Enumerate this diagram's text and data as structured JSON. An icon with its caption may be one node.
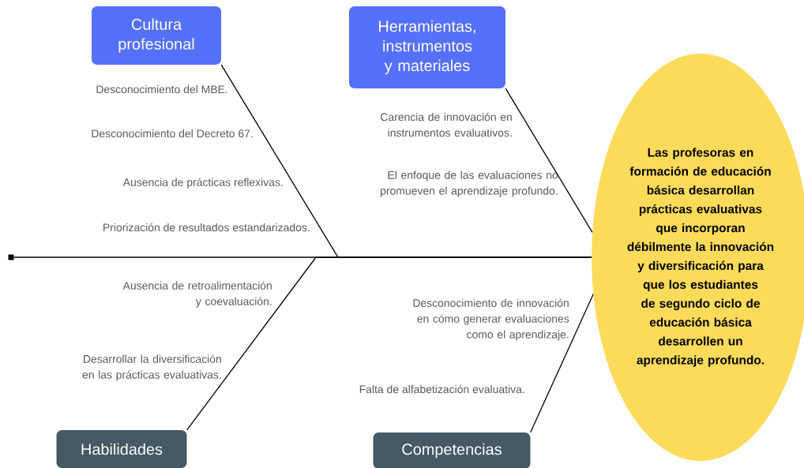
{
  "diagram": {
    "nodes": [
      {
        "text": [
          "Cultura profesional"
        ]
      },
      {
        "text": [
          "Herramientas, instrumentos y materiales"
        ]
      },
      {
        "text": [],
        "shape": "box"
      },
      {
        "text": [
          "Las profesoras en formación de educación básica desarrollan prácticas evaluativas que incorporan débilmente la innovación y diversificación para que los estudiantes de segundo ciclo de educación básica desarrollen un aprendizaje profundo."
        ]
      },
      {
        "text": [
          "Habilidades"
        ]
      },
      {
        "text": [
          "Competencias"
        ]
      }
    ],
    "edges": [
      {
        "from": 2,
        "to": 3,
        "arrow": "none"
      },
      {
        "from": 0,
        "to": 3,
        "arrow": "none"
      },
      {
        "from": 1,
        "to": 3,
        "arrow": "none"
      },
      {
        "from": 4,
        "to": 3,
        "arrow": "none"
      },
      {
        "from": 5,
        "to": 3,
        "arrow": "none"
      }
    ],
    "labels": [
      "Desconocimiento del MBE.",
      "Desconocimiento del Decreto 67.",
      "Ausencia de prácticas reflexivas.",
      "Priorización de resultados estandarizados.",
      "Carencia de innovación en instrumentos evaluativos.",
      "El enfoque de las evaluaciones no promueven el aprendizaje profundo.",
      "Ausencia de retroalimentación y coevaluación.",
      "Desarrollar la diversificación en las prácticas evaluativas.",
      "Desconocimiento de innovación en cómo generar evaluaciones como el aprendizaje.",
      "Falta de alfabetización evaluativa."
    ]
  }
}
